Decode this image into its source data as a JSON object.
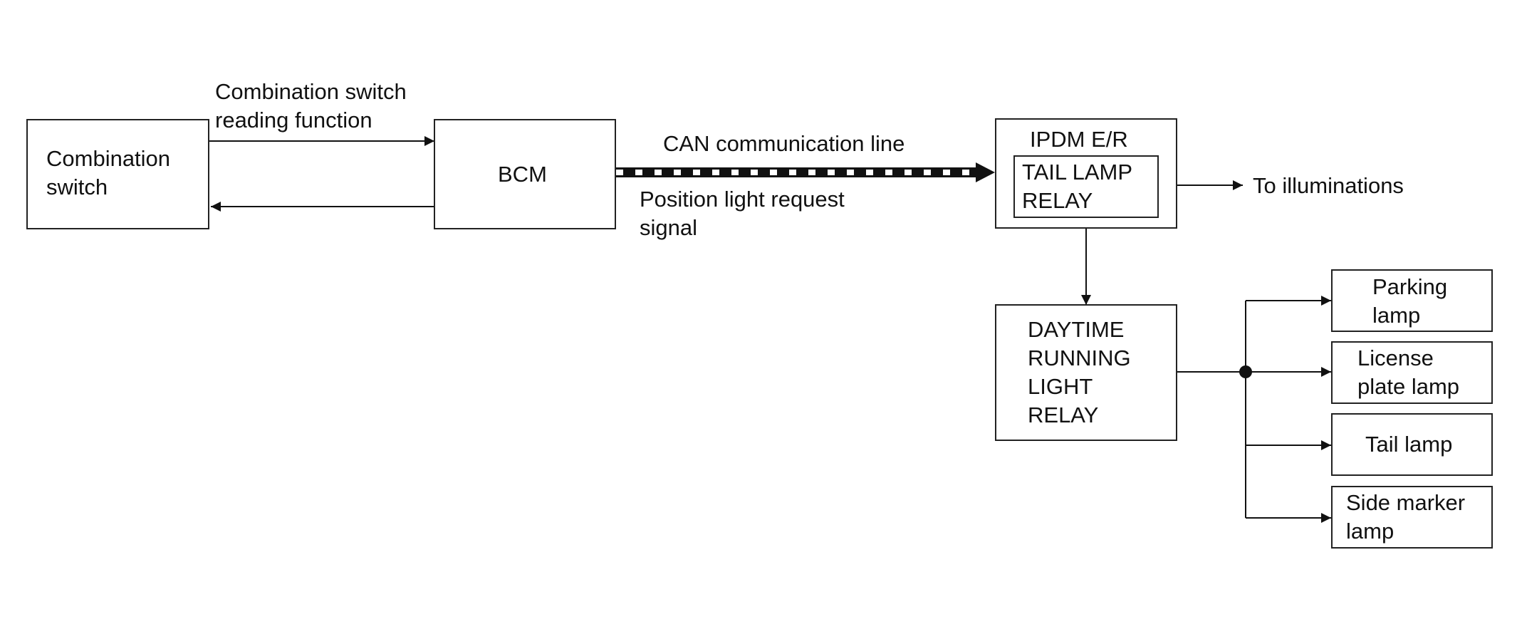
{
  "nodes": {
    "combination_switch": "Combination\nswitch",
    "bcm": "BCM",
    "ipdm": "IPDM E/R",
    "tail_lamp_relay": "TAIL LAMP\nRELAY",
    "drl_relay": "DAYTIME\nRUNNING\nLIGHT\nRELAY",
    "parking_lamp": "Parking\nlamp",
    "license_plate_lamp": "License\nplate lamp",
    "tail_lamp": "Tail lamp",
    "side_marker_lamp": "Side marker\nlamp"
  },
  "edges": {
    "combination_switch_reading": "Combination switch\nreading function",
    "can_line": "CAN communication line",
    "position_light_request": "Position light request\nsignal",
    "to_illuminations": "To illuminations"
  }
}
